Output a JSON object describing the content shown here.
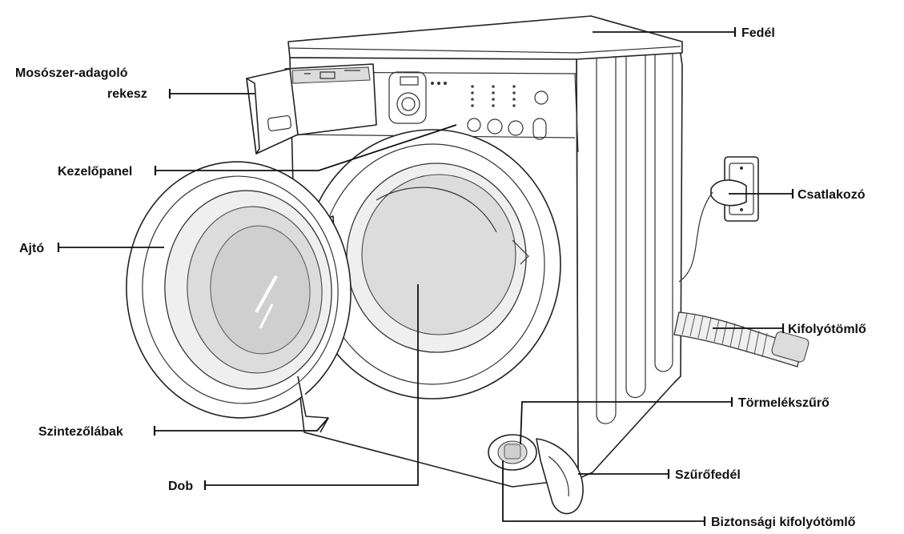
{
  "labels": {
    "lid": "Fedél",
    "detergent_drawer_line1": "Mosószer-adagoló",
    "detergent_drawer_line2": "rekesz",
    "control_panel": "Kezelőpanel",
    "power_plug": "Csatlakozó",
    "door": "Ajtó",
    "drain_hose": "Kifolyótömlő",
    "debris_filter": "Törmelékszűrő",
    "leveling_feet": "Szintezőlábak",
    "filter_cover": "Szűrőfedél",
    "drum": "Dob",
    "emergency_drain_tube": "Biztonsági kifolyótömlő"
  }
}
